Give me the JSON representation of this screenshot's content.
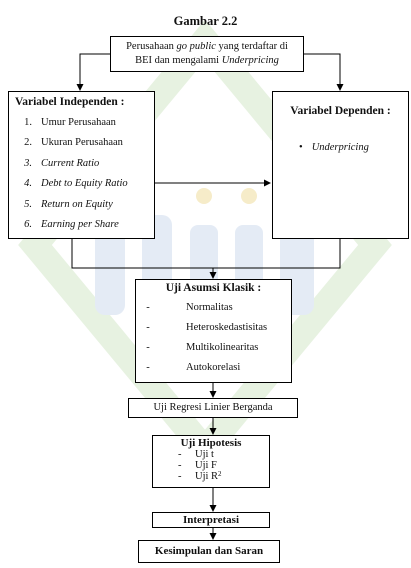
{
  "title": "Gambar 2.2",
  "top_box": {
    "line1_a": "Perusahaan ",
    "line1_b": "go public",
    "line1_c": " yang terdaftar di",
    "line2_a": "BEI dan mengalami ",
    "line2_b": "Underpricing"
  },
  "independent": {
    "heading": "Variabel Independen :",
    "items": [
      {
        "num": "1.",
        "label": "Umur Perusahaan"
      },
      {
        "num": "2.",
        "label": "Ukuran Perusahaan"
      },
      {
        "num": "3.",
        "label": "Current Ratio"
      },
      {
        "num": "4.",
        "label": "Debt to Equity Ratio"
      },
      {
        "num": "5.",
        "label": "Return on Equity"
      },
      {
        "num": "6.",
        "label": "Earning per Share"
      }
    ]
  },
  "dependent": {
    "heading": "Variabel Dependen :",
    "bullet": "•",
    "item": "Underpricing"
  },
  "asumsi": {
    "heading": "Uji Asumsi Klasik :",
    "items": [
      "Normalitas",
      "Heteroskedastisitas",
      "Multikolinearitas",
      "Autokorelasi"
    ]
  },
  "regresi": "Uji Regresi Linier Berganda",
  "hipotesis": {
    "heading": "Uji Hipotesis",
    "items": [
      "Uji t",
      "Uji F",
      "Uji R"
    ],
    "r_superscript": "2"
  },
  "interpretasi": "Interpretasi",
  "kesimpulan": "Kesimpulan dan Saran",
  "colors": {
    "watermark_green": "#e9f4e4",
    "watermark_blue": "#e6ecf6",
    "watermark_yellow": "#fbf4dd"
  }
}
